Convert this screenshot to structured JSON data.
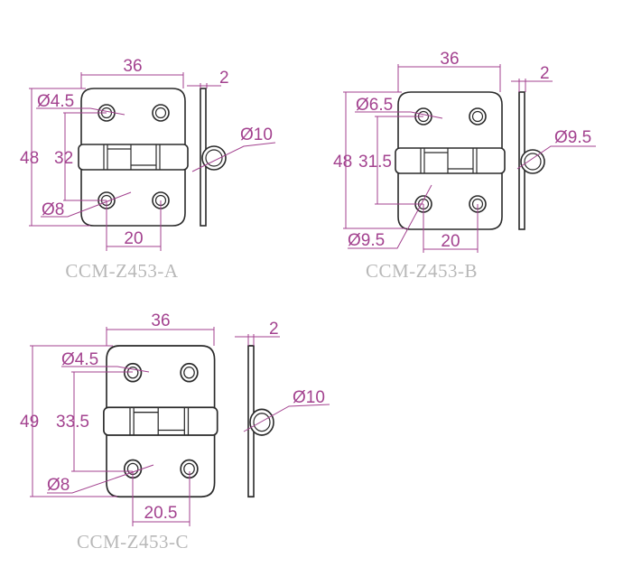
{
  "colors": {
    "dimension": "#a3428f",
    "outline": "#2a2a2a",
    "caption": "#b8b8b8"
  },
  "drawings": [
    {
      "model": "CCM-Z453-A",
      "width": "36",
      "thickness": "2",
      "height": "48",
      "hole_spacing_v": "32",
      "hole_spacing_h": "20",
      "hole_dia": "Ø4.5",
      "countersink_dia": "Ø8",
      "pin_dia": "Ø10"
    },
    {
      "model": "CCM-Z453-B",
      "width": "36",
      "thickness": "2",
      "height": "48",
      "hole_spacing_v": "31.5",
      "hole_spacing_h": "20",
      "hole_dia": "Ø6.5",
      "countersink_dia": "Ø9.5",
      "pin_dia": "Ø9.5"
    },
    {
      "model": "CCM-Z453-C",
      "width": "36",
      "thickness": "2",
      "height": "49",
      "hole_spacing_v": "33.5",
      "hole_spacing_h": "20.5",
      "hole_dia": "Ø4.5",
      "countersink_dia": "Ø8",
      "pin_dia": "Ø10"
    }
  ]
}
